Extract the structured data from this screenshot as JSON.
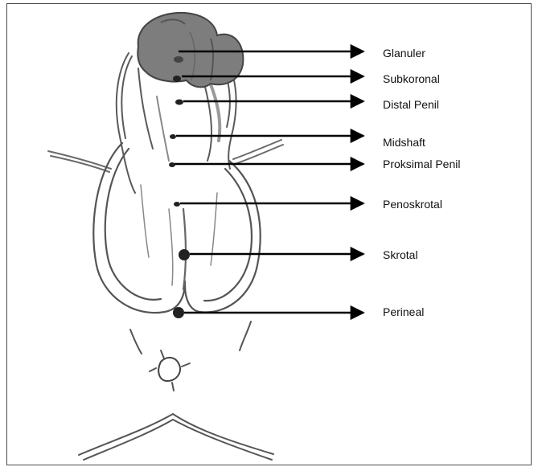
{
  "labels": {
    "glanuler": "Glanuler",
    "subkoronal": "Subkoronal",
    "distal_penil": "Distal Penil",
    "midshaft": "Midshaft",
    "proksimal_penil": "Proksimal Penil",
    "penoskrotal": "Penoskrotal",
    "skrotal": "Skrotal",
    "perineal": "Perineal"
  },
  "colors": {
    "glans": "#7d7d7d",
    "sketch": "#5a5a5a",
    "arrow": "#000000",
    "frame": "#4a4a4a"
  }
}
